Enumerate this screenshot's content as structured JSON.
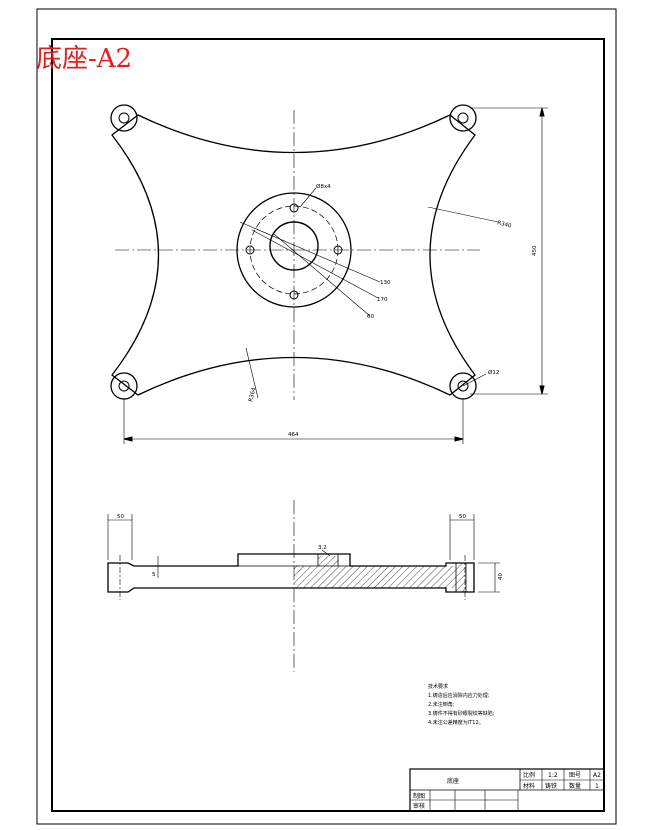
{
  "title": "底座-A2",
  "dimensions": {
    "radius_top": "R340",
    "height_total": "450",
    "width_total": "464",
    "radius_bottom": "R364",
    "hole_dia": "Ø12",
    "pcd_label": "Ø8x4",
    "dia_130": "130",
    "dia_170": "170",
    "dia_60": "60",
    "section_left_width": "50",
    "section_right_width": "50",
    "section_step": "5",
    "section_right_height": "40",
    "section_hub_label": "3.2"
  },
  "notes": {
    "heading": "技术要求",
    "lines": [
      "1.铸造后应消除内应力处理;",
      "2.未注倒角;",
      "3.铸件不得有砂眼裂纹等缺陷;",
      "4.未注公差精度为IT12。"
    ]
  },
  "title_block": {
    "part_name": "底座",
    "scale_label": "比例",
    "scale_value": "1:2",
    "drawing_no_label": "图号",
    "drawing_no_value": "A2",
    "material_label": "材料",
    "material_value": "铸铁",
    "quantity_label": "数量",
    "quantity_value": "1",
    "drawn_label": "制图",
    "checked_label": "审核"
  },
  "colors": {
    "line": "#000000",
    "title": "#e02020",
    "background": "#ffffff"
  }
}
